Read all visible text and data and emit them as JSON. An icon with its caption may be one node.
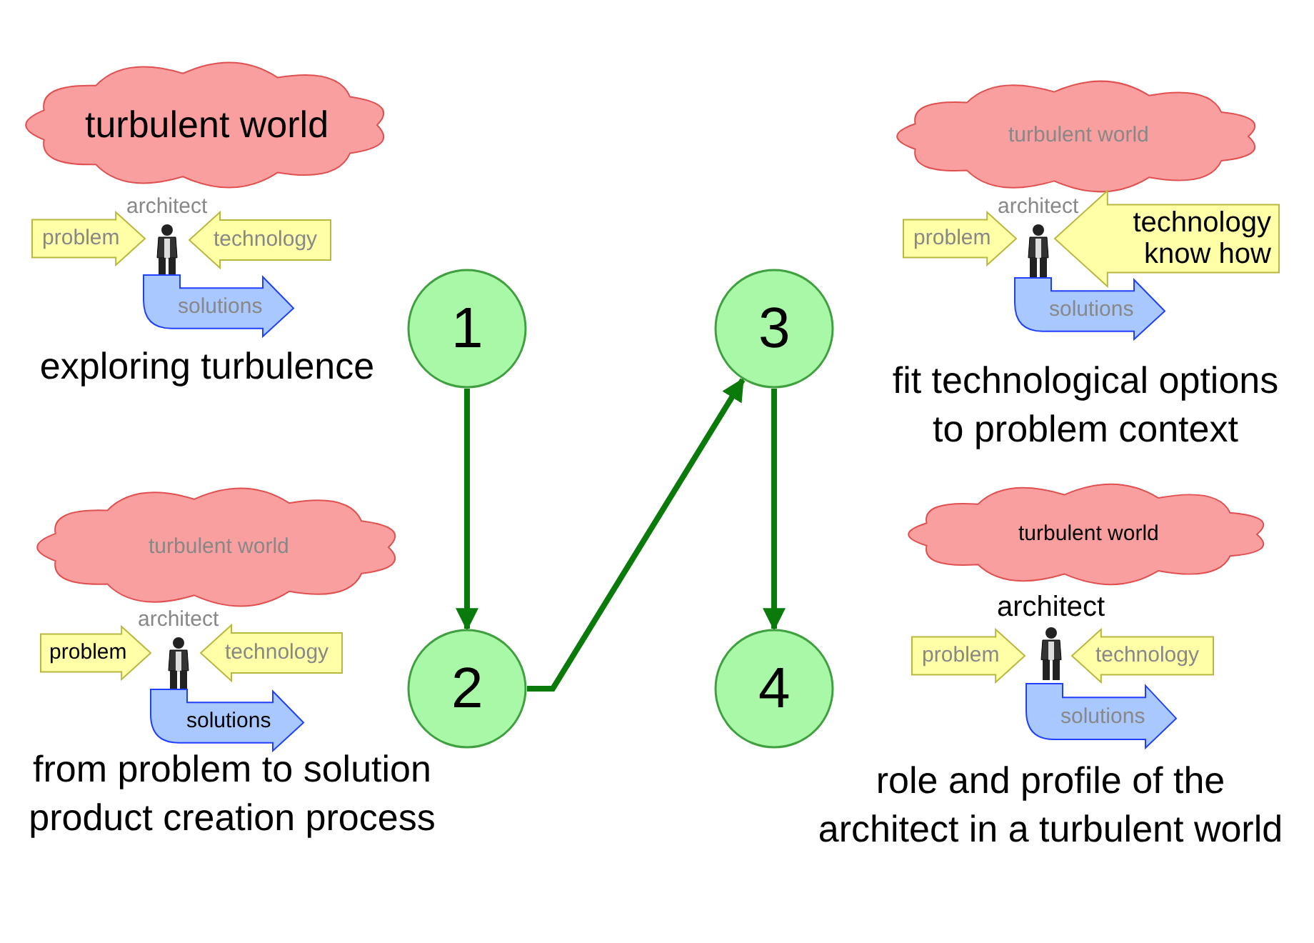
{
  "diagram": {
    "nodes": [
      {
        "text": [
          "turbulent world"
        ]
      },
      {
        "text": [
          "problem"
        ]
      },
      {
        "text": [
          "architect"
        ]
      },
      {
        "text": [
          "technology"
        ]
      },
      {
        "text": [
          "solutions"
        ]
      },
      {
        "text": [
          "turbulent world"
        ]
      },
      {
        "text": [
          "problem"
        ]
      },
      {
        "text": [
          "architect"
        ]
      },
      {
        "text": [
          "technology know how"
        ]
      },
      {
        "text": [
          "solutions"
        ]
      },
      {
        "text": [
          "turbulent world"
        ]
      },
      {
        "text": [
          "problem"
        ]
      },
      {
        "text": [
          "architect"
        ]
      },
      {
        "text": [
          "technology"
        ]
      },
      {
        "text": [
          "solutions"
        ]
      },
      {
        "text": [
          "turbulent world"
        ]
      },
      {
        "text": [
          "problem"
        ]
      },
      {
        "text": [
          "architect"
        ]
      },
      {
        "text": [
          "technology"
        ]
      },
      {
        "text": [
          "solutions"
        ]
      },
      {
        "text": [
          "1"
        ]
      },
      {
        "text": [
          "2"
        ]
      },
      {
        "text": [
          "3"
        ]
      },
      {
        "text": [
          "4"
        ]
      }
    ],
    "edges": [
      {
        "from": 20,
        "to": 21,
        "arrow": "to"
      },
      {
        "from": 21,
        "to": 22,
        "arrow": "to"
      },
      {
        "from": 22,
        "to": 23,
        "arrow": "to"
      }
    ],
    "labels": [
      "exploring turbulence",
      "fit technological options to problem context",
      "from problem to solution product creation process",
      "role and profile of the architect in a turbulent world"
    ]
  }
}
